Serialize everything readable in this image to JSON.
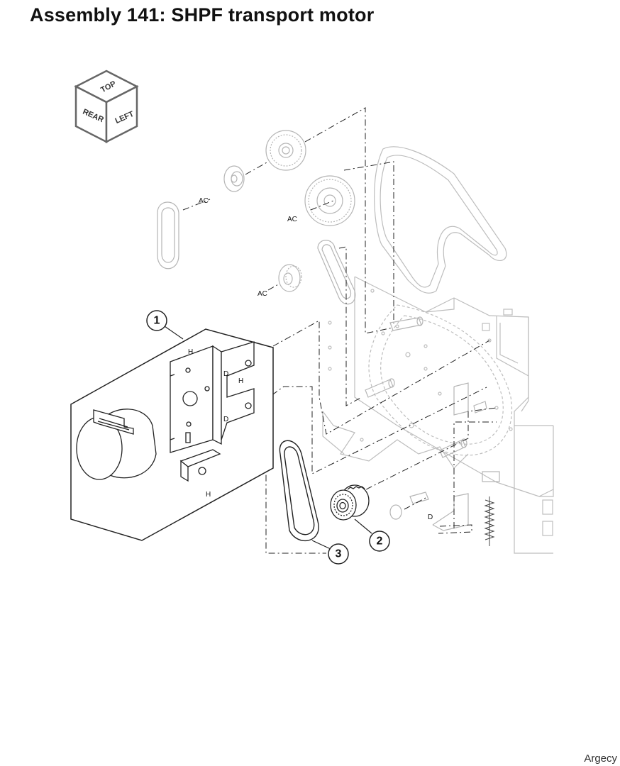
{
  "title": "Assembly 141: SHPF transport motor",
  "orientation_cube": {
    "top": "TOP",
    "rear": "REAR",
    "left": "LEFT"
  },
  "callouts": [
    {
      "number": "1",
      "part": "SHPF transport motor assembly"
    },
    {
      "number": "2",
      "part": "gear"
    },
    {
      "number": "3",
      "part": "belt"
    }
  ],
  "labels": {
    "ac_1": "AC",
    "ac_2": "AC",
    "ac_3": "AC",
    "d_1": "D",
    "d_2": "D",
    "d_3": "D",
    "h_1": "H",
    "h_2": "H",
    "h_3": "H"
  },
  "footer": "Argecy",
  "colors": {
    "line": "#222222",
    "ghost": "#b8b8b8",
    "dash": "#9a9a9a"
  }
}
